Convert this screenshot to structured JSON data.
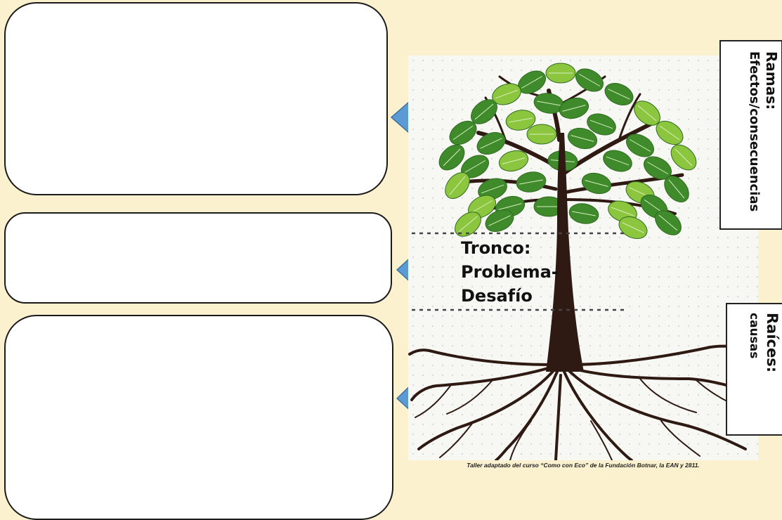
{
  "labels": {
    "ramas_title": "Ramas:",
    "ramas_sub": "Efectos/consecuencias",
    "trunk_line1": "Tronco:",
    "trunk_line2": "Problema-",
    "trunk_line3": "Desafío",
    "raices_title": "Raíces:",
    "raices_sub": "causas"
  },
  "credit": "Taller adaptado del curso “Como con Eco” de la Fundación Botnar, la EAN y 2811.",
  "colors": {
    "background": "#fcf1cf",
    "arrow": "#5b9bd5",
    "trunk": "#2e1a12",
    "leaf_dark": "#3f8a2b",
    "leaf_light": "#8cc63f"
  },
  "icons": {
    "arrow": "left-arrow-icon",
    "tree": "tree-illustration"
  }
}
